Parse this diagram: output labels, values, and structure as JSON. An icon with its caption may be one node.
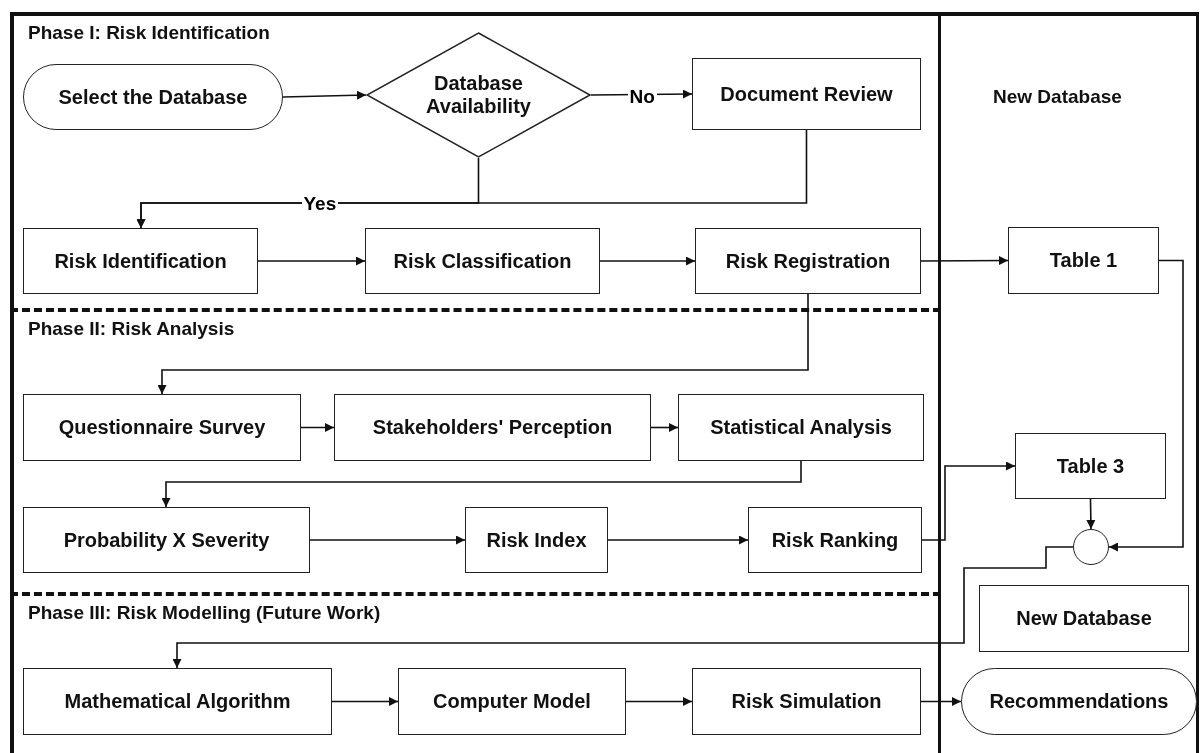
{
  "diagram": {
    "nodes": [
      {
        "text": [
          "Phase I: Risk Identification"
        ]
      },
      {
        "text": [
          "Select the Database"
        ],
        "in": 0
      },
      {
        "text": [
          "Database Availability"
        ],
        "in": 0
      },
      {
        "text": [
          "Document Review"
        ],
        "in": 0
      },
      {
        "text": [
          "Risk Identification"
        ],
        "in": 0
      },
      {
        "text": [
          "Risk Classification"
        ],
        "in": 0
      },
      {
        "text": [
          "Risk Registration"
        ],
        "in": 0
      },
      {
        "text": [
          "Phase II: Risk Analysis"
        ]
      },
      {
        "text": [
          "Questionnaire Survey"
        ],
        "in": 7
      },
      {
        "text": [
          "Stakeholders' Perception"
        ],
        "in": 7
      },
      {
        "text": [
          "Statistical Analysis"
        ],
        "in": 7
      },
      {
        "text": [
          "Probability X Severity"
        ],
        "in": 7
      },
      {
        "text": [
          "Risk Index"
        ],
        "in": 7
      },
      {
        "text": [
          "Risk Ranking"
        ],
        "in": 7
      },
      {
        "text": [
          "Phase III: Risk Modelling (Future Work)"
        ]
      },
      {
        "text": [
          "Mathematical Algorithm"
        ],
        "in": 14
      },
      {
        "text": [
          "Computer Model"
        ],
        "in": 14
      },
      {
        "text": [
          "Risk Simulation"
        ],
        "in": 14
      },
      {
        "text": [
          "New Database"
        ]
      },
      {
        "text": [
          "Table 1"
        ],
        "in": 18
      },
      {
        "text": [
          "Table 3"
        ],
        "in": 18
      },
      {
        "text": [],
        "shape": "circle",
        "in": 18
      },
      {
        "text": [
          "New Database"
        ],
        "in": 18
      },
      {
        "text": [
          "Recommendations"
        ],
        "in": 18
      }
    ],
    "edges": [
      {
        "from": 1,
        "to": 2,
        "arrow": "to"
      },
      {
        "from": 2,
        "to": 3,
        "arrow": "to",
        "label": "No"
      },
      {
        "from": 2,
        "to": 4,
        "arrow": "to",
        "label": "Yes"
      },
      {
        "from": 3,
        "to": 4,
        "arrow": "to"
      },
      {
        "from": 4,
        "to": 5,
        "arrow": "to"
      },
      {
        "from": 5,
        "to": 6,
        "arrow": "to"
      },
      {
        "from": 6,
        "to": 19,
        "arrow": "to"
      },
      {
        "from": 6,
        "to": 8,
        "arrow": "to"
      },
      {
        "from": 8,
        "to": 9,
        "arrow": "to"
      },
      {
        "from": 9,
        "to": 10,
        "arrow": "to"
      },
      {
        "from": 10,
        "to": 11,
        "arrow": "to"
      },
      {
        "from": 11,
        "to": 12,
        "arrow": "to"
      },
      {
        "from": 12,
        "to": 13,
        "arrow": "to"
      },
      {
        "from": 13,
        "to": 20,
        "arrow": "to"
      },
      {
        "from": 19,
        "to": 21,
        "arrow": "to"
      },
      {
        "from": 20,
        "to": 21,
        "arrow": "to"
      },
      {
        "from": 21,
        "to": 15,
        "arrow": "to"
      },
      {
        "from": 15,
        "to": 16,
        "arrow": "to"
      },
      {
        "from": 16,
        "to": 17,
        "arrow": "to"
      },
      {
        "from": 17,
        "to": 23,
        "arrow": "to"
      }
    ]
  }
}
